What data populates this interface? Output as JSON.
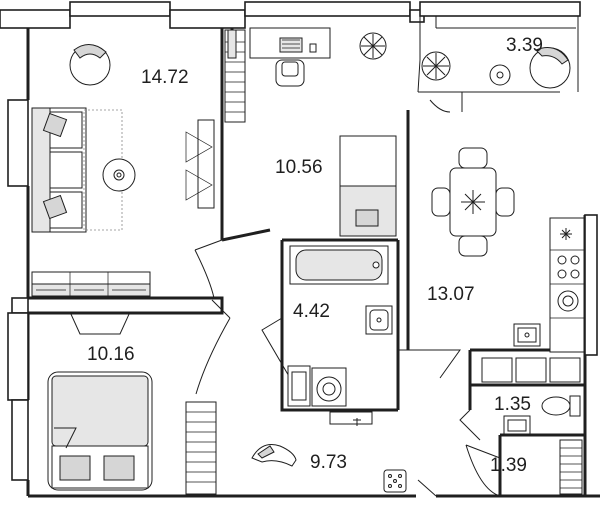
{
  "rooms": [
    {
      "id": "living",
      "area": "14.72"
    },
    {
      "id": "study",
      "area": "10.56"
    },
    {
      "id": "balcony",
      "area": "3.39"
    },
    {
      "id": "kitchen",
      "area": "13.07"
    },
    {
      "id": "bathroom",
      "area": "4.42"
    },
    {
      "id": "bedroom",
      "area": "10.16"
    },
    {
      "id": "hall",
      "area": "9.73"
    },
    {
      "id": "wc",
      "area": "1.35"
    },
    {
      "id": "closet",
      "area": "1.39"
    }
  ],
  "colors": {
    "line": "#1f1f1f",
    "fill_gray": "#d6d6d6",
    "background": "#ffffff"
  }
}
